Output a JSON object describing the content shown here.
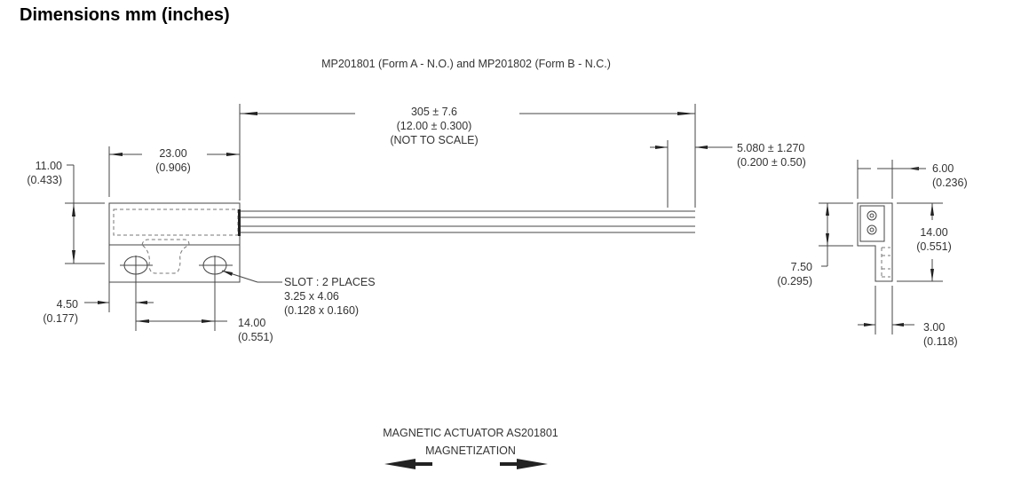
{
  "title": "Dimensions mm (inches)",
  "subtitle": "MP201801 (Form A - N.O.) and MP201802 (Form B - N.C.)",
  "front_view": {
    "lead_length": [
      "305 ± 7.6",
      "(12.00 ± 0.300)",
      "(NOT TO SCALE)"
    ],
    "lead_strip": [
      "5.080 ± 1.270",
      "(0.200 ± 0.50)"
    ],
    "body_length": [
      "23.00",
      "(0.906)"
    ],
    "body_height": [
      "11.00",
      "(0.433)"
    ],
    "slot_offset": [
      "4.50",
      "(0.177)"
    ],
    "slot_pitch": [
      "14.00",
      "(0.551)"
    ],
    "slot_note": [
      "SLOT : 2 PLACES",
      "3.25 x 4.06",
      "(0.128 x 0.160)"
    ]
  },
  "side_view": {
    "width": [
      "6.00",
      "(0.236)"
    ],
    "height": [
      "14.00",
      "(0.551)"
    ],
    "step": [
      "7.50",
      "(0.295)"
    ],
    "tab": [
      "3.00",
      "(0.118)"
    ]
  },
  "actuator": {
    "label": "MAGNETIC ACTUATOR AS201801",
    "magnetization": "MAGNETIZATION"
  }
}
